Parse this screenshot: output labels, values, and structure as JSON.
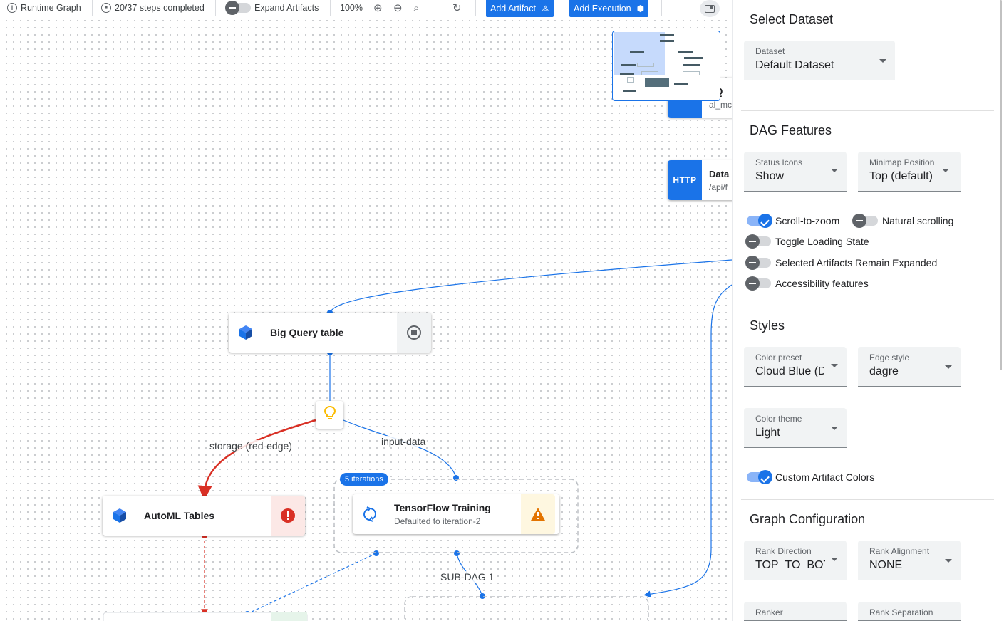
{
  "toolbar": {
    "title": "Runtime Graph",
    "steps": "20/37 steps completed",
    "expand_artifacts": "Expand Artifacts",
    "zoom": "100%",
    "add_artifact": "Add Artifact",
    "add_execution": "Add Execution"
  },
  "graph": {
    "big_query": {
      "title": "Big Query table",
      "status": "stopped"
    },
    "automl": {
      "title": "AutoML Tables",
      "status": "error"
    },
    "tensorflow": {
      "title": "TensorFlow Training",
      "subtitle": "Defaulted to iteration-2",
      "status": "warning"
    },
    "iterations_badge": "5 iterations",
    "http_node": {
      "badge": "HTTP",
      "title": "Data",
      "subtitle": "/api/f"
    },
    "partial_node": {
      "title": "gQ",
      "subtitle": "al_mc"
    },
    "edge_labels": {
      "storage": "storage (red-edge)",
      "input": "input-data",
      "subdag": "SUB-DAG 1"
    },
    "colors": {
      "accent": "#1a73e8",
      "error_edge": "#d93025",
      "warning": "#e37400",
      "error": "#d93025"
    }
  },
  "panel": {
    "select_dataset": {
      "heading": "Select Dataset",
      "dataset": {
        "label": "Dataset",
        "value": "Default Dataset"
      }
    },
    "dag_features": {
      "heading": "DAG Features",
      "status_icons": {
        "label": "Status Icons",
        "value": "Show"
      },
      "minimap_position": {
        "label": "Minimap Position",
        "value": "Top (default)"
      },
      "toggles": [
        {
          "label": "Scroll-to-zoom",
          "on": true
        },
        {
          "label": "Natural scrolling",
          "on": false
        },
        {
          "label": "Toggle Loading State",
          "on": false
        },
        {
          "label": "Selected Artifacts Remain Expanded",
          "on": false
        },
        {
          "label": "Accessibility features",
          "on": false
        }
      ]
    },
    "styles": {
      "heading": "Styles",
      "color_preset": {
        "label": "Color preset",
        "value": "Cloud Blue (Default)"
      },
      "edge_style": {
        "label": "Edge style",
        "value": "dagre"
      },
      "color_theme": {
        "label": "Color theme",
        "value": "Light"
      },
      "custom_artifact_colors": {
        "label": "Custom Artifact Colors",
        "on": true
      }
    },
    "graph_configuration": {
      "heading": "Graph Configuration",
      "rank_direction": {
        "label": "Rank Direction",
        "value": "TOP_TO_BOTTOM"
      },
      "rank_alignment": {
        "label": "Rank Alignment",
        "value": "NONE"
      },
      "ranker": {
        "label": "Ranker",
        "value": ""
      },
      "rank_separation": {
        "label": "Rank Separation",
        "value": ""
      }
    }
  }
}
